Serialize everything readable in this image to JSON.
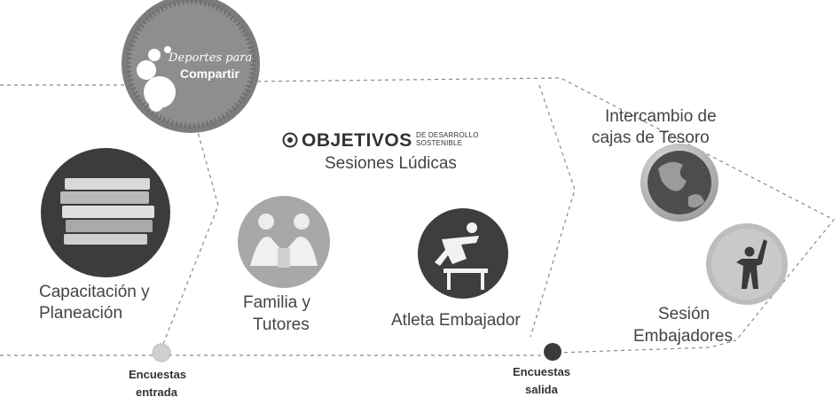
{
  "logo": {
    "line1": "Deportes para",
    "line2": "Compartir"
  },
  "sdg": {
    "word": "OBJETIVOS",
    "sub1": "DE DESARROLLO",
    "sub2": "SOSTENIBLE"
  },
  "stages": [
    {
      "label_line1": "Capacitación y",
      "label_line2": "Planeación",
      "icon": "books-icon"
    },
    {
      "title": "Sesiones Lúdicas",
      "items": [
        {
          "label_line1": "Familia y",
          "label_line2": "Tutores",
          "icon": "family-icon"
        },
        {
          "label_line1": "Atleta Embajador",
          "icon": "hurdle-athlete-icon"
        }
      ]
    },
    {
      "title_line1": "Intercambio de",
      "title_line2": "cajas de Tesoro",
      "icon": "globe-icon",
      "sub_label_line1": "Sesión",
      "sub_label_line2": "Embajadores",
      "sub_icon": "cheering-person-icon"
    }
  ],
  "milestones": [
    {
      "line1": "Encuestas",
      "line2": "entrada"
    },
    {
      "line1": "Encuestas",
      "line2": "salida"
    }
  ],
  "colors": {
    "dark_circle": "#444444",
    "mid_circle": "#8a8a8a",
    "light_circle": "#bdbdbd",
    "dashed": "#888888"
  }
}
